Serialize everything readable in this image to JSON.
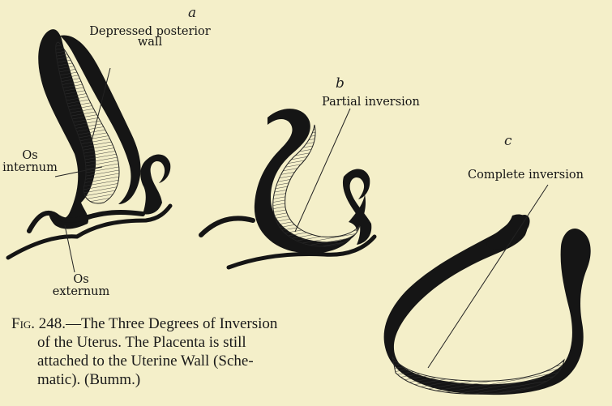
{
  "panels": {
    "a": {
      "letter": "a",
      "label_top_line1": "Depressed posterior",
      "label_top_line2": "wall",
      "label_left_line1": "Os",
      "label_left_line2": "internum",
      "label_bottom_line1": "Os",
      "label_bottom_line2": "externum"
    },
    "b": {
      "letter": "b",
      "label": "Partial inversion"
    },
    "c": {
      "letter": "c",
      "label": "Complete inversion"
    }
  },
  "caption": {
    "fig_abbrev": "Fig.",
    "line1_rest": " 248.—The Three Degrees of Inversion",
    "line2": "of the Uterus.  The Placenta is still",
    "line3": "attached to the Uterine Wall (Sche-",
    "line4": "matic).  (Bumm.)"
  },
  "colors": {
    "paper": "#f4efc9",
    "ink": "#111111"
  }
}
